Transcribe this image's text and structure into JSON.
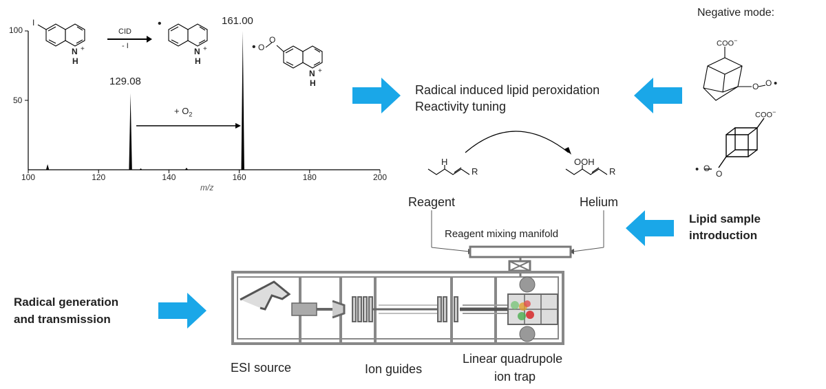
{
  "spectrum": {
    "y_ticks": [
      "100",
      "50"
    ],
    "x_ticks": [
      "100",
      "120",
      "140",
      "160",
      "180",
      "200"
    ],
    "xlabel": "m/z",
    "peak_label_main": "161.00",
    "peak_label_mid": "129.08",
    "reaction_cid": "CID",
    "reaction_minus_i": "- I",
    "reaction_o2": "+ O",
    "reaction_o2_sub": "2",
    "iodo_label": "I",
    "nh_label": "N",
    "h_label": "H",
    "plus_label": "+",
    "peroxy_o": "O",
    "radical_dot": "•",
    "chart_data": {
      "type": "line",
      "x": [
        100,
        105.5,
        129.08,
        132,
        145,
        161.0
      ],
      "values": [
        0,
        4,
        55,
        1,
        1.5,
        100
      ],
      "xlim": [
        100,
        200
      ],
      "ylim": [
        0,
        100
      ]
    }
  },
  "center": {
    "line1": "Radical induced lipid peroxidation",
    "line2": "Reactivity tuning",
    "h_atom": "H",
    "ooh": "OOH",
    "r1": "R",
    "r2": "R"
  },
  "negative_mode": {
    "title": "Negative mode:",
    "coo1": "COO",
    "coo2": "COO",
    "minus": "−",
    "oxy": "O",
    "dot": "•"
  },
  "instrument": {
    "reagent": "Reagent",
    "helium": "Helium",
    "manifold": "Reagent mixing manifold",
    "esi": "ESI source",
    "ion_guides": "Ion guides",
    "trap_line1": "Linear quadrupole",
    "trap_line2": "ion trap"
  },
  "side_labels": {
    "lipid1": "Lipid sample",
    "lipid2": "introduction",
    "radical1": "Radical generation",
    "radical2": "and transmission"
  },
  "colors": {
    "arrow": "#1aa7e8",
    "stroke": "#333333",
    "instrument": "#777777"
  }
}
